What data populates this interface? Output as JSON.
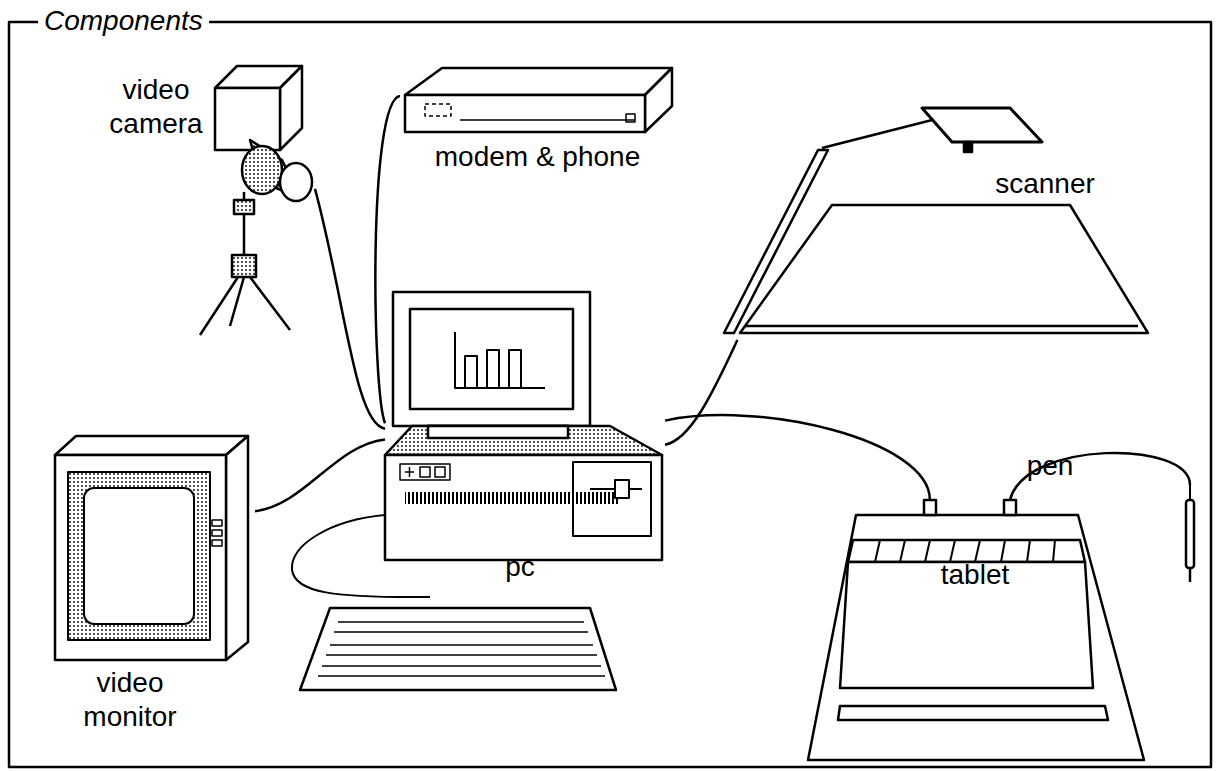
{
  "diagram": {
    "title": "Components",
    "nodes": [
      {
        "text": [
          "video camera"
        ]
      },
      {
        "text": [
          "modem & phone"
        ]
      },
      {
        "text": [
          "scanner"
        ]
      },
      {
        "text": [
          "pen"
        ]
      },
      {
        "text": [
          "video monitor"
        ]
      },
      {
        "text": [
          "pc"
        ]
      },
      {
        "text": [
          "tablet"
        ]
      }
    ],
    "edges": [
      {
        "from": 0,
        "to": 5,
        "arrow": "none"
      },
      {
        "from": 1,
        "to": 5,
        "arrow": "none"
      },
      {
        "from": 2,
        "to": 5,
        "arrow": "none"
      },
      {
        "from": 3,
        "to": 6,
        "arrow": "none"
      },
      {
        "from": 4,
        "to": 5,
        "arrow": "none"
      },
      {
        "from": 6,
        "to": 5,
        "arrow": "none"
      }
    ]
  }
}
